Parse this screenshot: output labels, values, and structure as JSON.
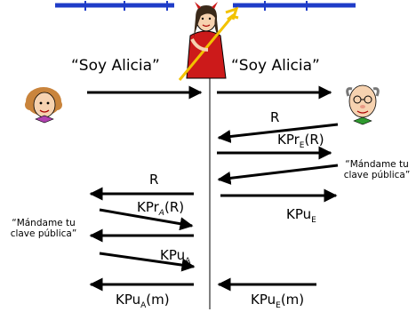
{
  "labels": {
    "soy_alicia_left": "“Soy Alicia”",
    "soy_alicia_right": "“Soy Alicia”",
    "r_from_bob": "R",
    "kpr_e_base": "KPr",
    "kpr_e_sub": "E",
    "kpr_e_arg": "(R)",
    "request_right": "“Mándame tu clave pública”",
    "kpu_e_base": "KPu",
    "kpu_e_sub": "E",
    "r_to_alice": "R",
    "kpr_a_base": "KPr",
    "kpr_a_sub": "A",
    "kpr_a_arg": "(R)",
    "request_left": "“Mándame tu clave pública”",
    "kpu_a_base": "KPu",
    "kpu_a_sub": "A",
    "kpu_a_m_base": "KPu",
    "kpu_a_m_sub": "A",
    "kpu_a_m_arg": "(m)",
    "kpu_e_m_base": "KPu",
    "kpu_e_m_sub": "E",
    "kpu_e_m_arg": "(m)"
  },
  "colors": {
    "top_bar": "#1f3cc8",
    "arrow": "#000000",
    "trudy_dress": "#cc1a1a",
    "trident": "#f2c200"
  },
  "icons": {
    "alice": "alice-face-icon",
    "trudy": "trudy-devil-icon",
    "bob": "bob-face-icon"
  }
}
